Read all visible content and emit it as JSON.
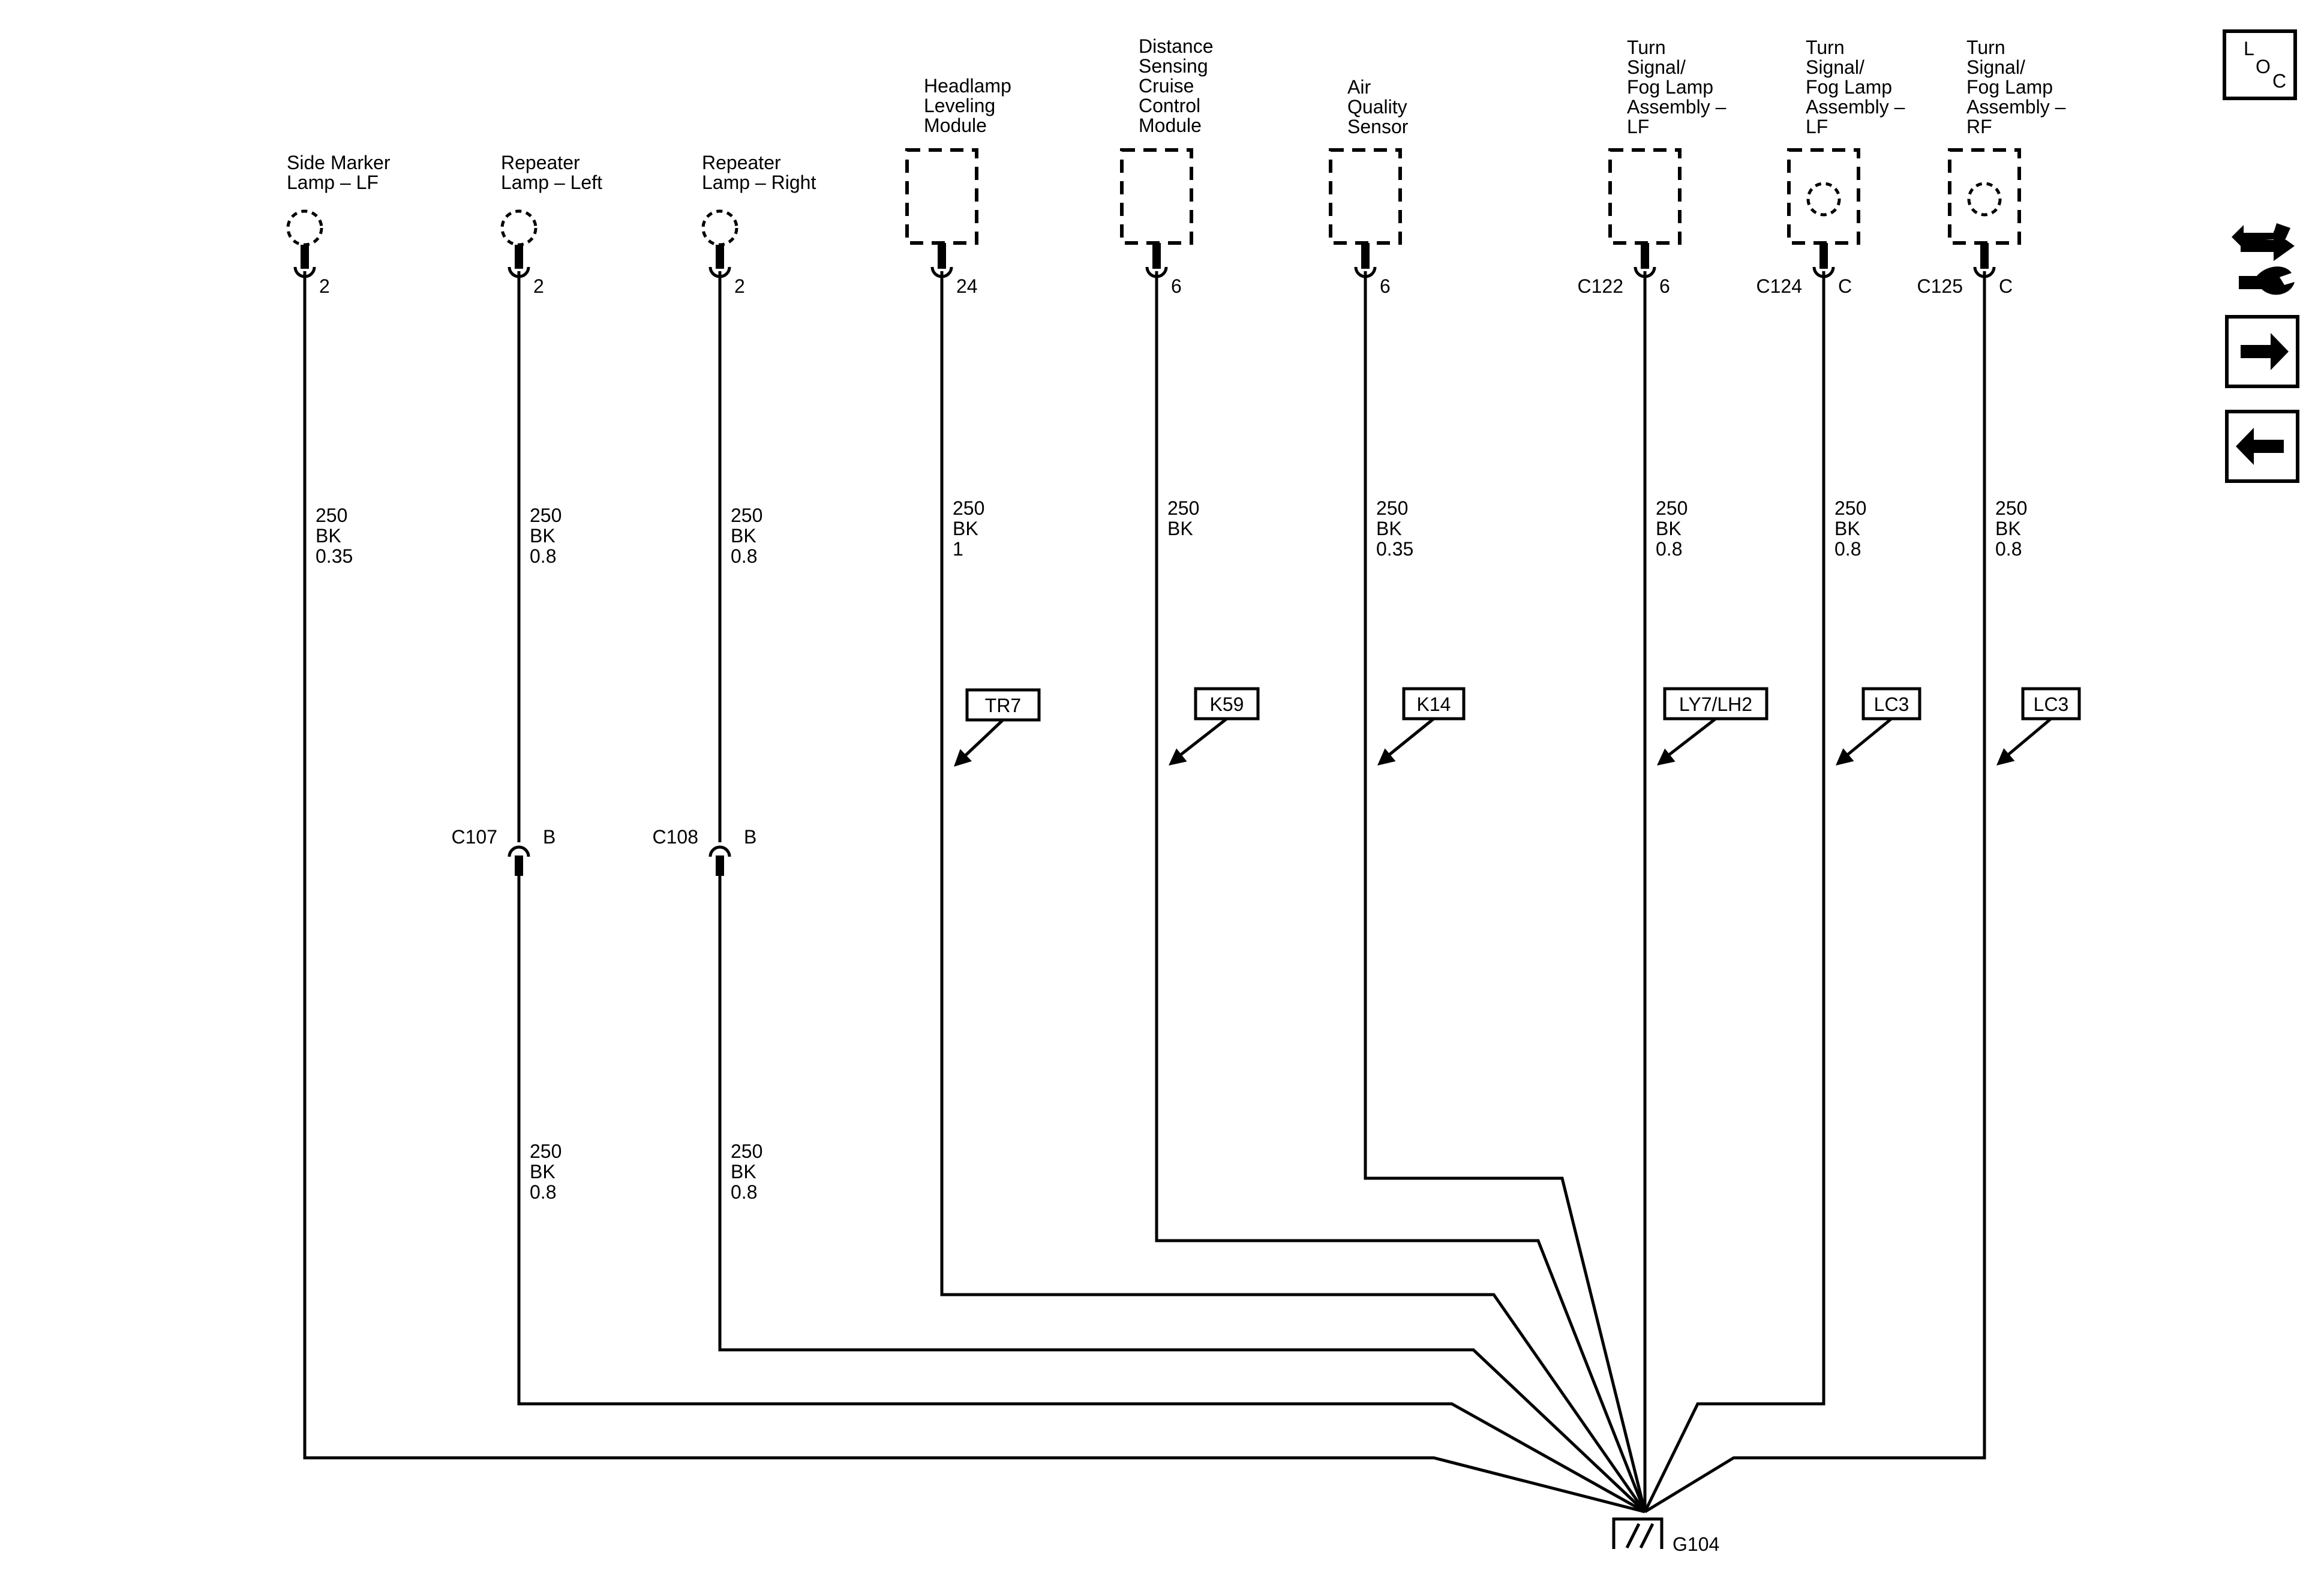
{
  "components": [
    {
      "id": "side_marker_lf",
      "name_lines": [
        "Side Marker",
        "Lamp – LF"
      ],
      "pin": "2",
      "connector": "",
      "wire": [
        "250",
        "BK",
        "0.35"
      ],
      "kind": "circle"
    },
    {
      "id": "repeater_left",
      "name_lines": [
        "Repeater",
        "Lamp – Left"
      ],
      "pin": "2",
      "connector": "",
      "wire": [
        "250",
        "BK",
        "0.8"
      ],
      "kind": "circle",
      "inline": {
        "connector": "C107",
        "pin": "B",
        "wire_below": [
          "250",
          "BK",
          "0.8"
        ]
      }
    },
    {
      "id": "repeater_right",
      "name_lines": [
        "Repeater",
        "Lamp – Right"
      ],
      "pin": "2",
      "connector": "",
      "wire": [
        "250",
        "BK",
        "0.8"
      ],
      "kind": "circle",
      "inline": {
        "connector": "C108",
        "pin": "B",
        "wire_below": [
          "250",
          "BK",
          "0.8"
        ]
      }
    },
    {
      "id": "headlamp_leveling",
      "name_lines": [
        "Headlamp",
        "Leveling",
        "Module"
      ],
      "pin": "24",
      "connector": "",
      "wire": [
        "250",
        "BK",
        "1"
      ],
      "kind": "box",
      "option": "TR7"
    },
    {
      "id": "dscc_module",
      "name_lines": [
        "Distance",
        "Sensing",
        "Cruise",
        "Control",
        "Module"
      ],
      "pin": "6",
      "connector": "",
      "wire": [
        "250",
        "BK"
      ],
      "kind": "box",
      "option": "K59"
    },
    {
      "id": "air_quality",
      "name_lines": [
        "Air",
        "Quality",
        "Sensor"
      ],
      "pin": "6",
      "connector": "",
      "wire": [
        "250",
        "BK",
        "0.35"
      ],
      "kind": "box",
      "option": "K14"
    },
    {
      "id": "turn_fog_lf_box",
      "name_lines": [
        "Turn",
        "Signal/",
        "Fog Lamp",
        "Assembly –",
        "LF"
      ],
      "pin": "6",
      "connector": "C122",
      "wire": [
        "250",
        "BK",
        "0.8"
      ],
      "kind": "box",
      "option": "LY7/LH2"
    },
    {
      "id": "turn_fog_lf_circle",
      "name_lines": [
        "Turn",
        "Signal/",
        "Fog Lamp",
        "Assembly –",
        "LF"
      ],
      "pin": "C",
      "connector": "C124",
      "wire": [
        "250",
        "BK",
        "0.8"
      ],
      "kind": "boxcircle",
      "option": "LC3"
    },
    {
      "id": "turn_fog_rf",
      "name_lines": [
        "Turn",
        "Signal/",
        "Fog Lamp",
        "Assembly –",
        "RF"
      ],
      "pin": "C",
      "connector": "C125",
      "wire": [
        "250",
        "BK",
        "0.8"
      ],
      "kind": "boxcircle",
      "option": "LC3"
    }
  ],
  "ground": {
    "label": "G104"
  },
  "nav": {
    "loc": {
      "letters": [
        "L",
        "O",
        "C"
      ]
    },
    "icons": [
      "connector-swap-icon",
      "next-arrow-icon",
      "previous-arrow-icon"
    ]
  }
}
